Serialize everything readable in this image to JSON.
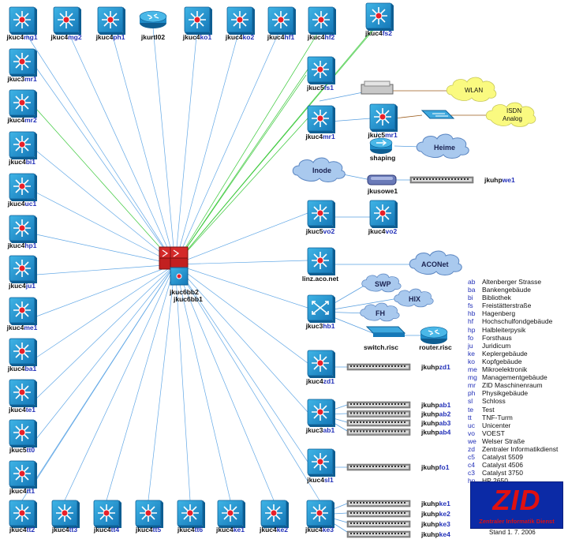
{
  "core": {
    "label1": "jkuc6bb2",
    "label2": "jkuc6bb1"
  },
  "top_row": [
    {
      "pfx": "jkuc4",
      "hl": "mg1"
    },
    {
      "pfx": "jkuc4",
      "hl": "mg2"
    },
    {
      "pfx": "jkuc4",
      "hl": "ph1"
    },
    {
      "pfx": "jkurtl02",
      "hl": ""
    },
    {
      "pfx": "jkuc4",
      "hl": "ko1"
    },
    {
      "pfx": "jkuc4",
      "hl": "ko2"
    },
    {
      "pfx": "jkuc4",
      "hl": "hf1"
    },
    {
      "pfx": "jkuc4",
      "hl": "hf2"
    },
    {
      "pfx": "jkuc4",
      "hl": "fs2"
    }
  ],
  "left_col": [
    {
      "pfx": "jkuc3",
      "hl": "mr1"
    },
    {
      "pfx": "jkuc4",
      "hl": "mr2"
    },
    {
      "pfx": "jkuc4",
      "hl": "bi1"
    },
    {
      "pfx": "jkuc4",
      "hl": "uc1"
    },
    {
      "pfx": "jkuc4",
      "hl": "hp1"
    },
    {
      "pfx": "jkuc4",
      "hl": "ju1"
    },
    {
      "pfx": "jkuc4",
      "hl": "me1"
    },
    {
      "pfx": "jkuc4",
      "hl": "ba1"
    },
    {
      "pfx": "jkuc4",
      "hl": "te1"
    },
    {
      "pfx": "jkuc5",
      "hl": "tt0"
    },
    {
      "pfx": "jkuc4",
      "hl": "tt1"
    }
  ],
  "bottom_row": [
    {
      "pfx": "jkuc4",
      "hl": "tt2"
    },
    {
      "pfx": "jkuc4",
      "hl": "tt3"
    },
    {
      "pfx": "jkuc4",
      "hl": "tt4"
    },
    {
      "pfx": "jkuc4",
      "hl": "tt5"
    },
    {
      "pfx": "jkuc4",
      "hl": "tt6"
    },
    {
      "pfx": "jkuc4",
      "hl": "ke1"
    },
    {
      "pfx": "jkuc4",
      "hl": "ke2"
    },
    {
      "pfx": "jkuc4",
      "hl": "ke3"
    }
  ],
  "right_col": [
    {
      "pfx": "jkuc5",
      "hl": "fs1"
    },
    {
      "pfx": "jkuc4",
      "hl": "mr1"
    },
    {
      "pfx": "jkuc5",
      "hl": "vo2"
    },
    {
      "pfx": "linz.aco.net",
      "hl": ""
    },
    {
      "pfx": "jkuc3",
      "hl": "hb1"
    },
    {
      "pfx": "jkuc4",
      "hl": "zd1"
    },
    {
      "pfx": "jkuc3",
      "hl": "ab1"
    },
    {
      "pfx": "jkuc4",
      "hl": "sl1"
    }
  ],
  "sub_devices": {
    "jkuc5mr1": {
      "pfx": "jkuc5",
      "hl": "mr1"
    },
    "shaping": "shaping",
    "jkusowe1": "jkusowe1",
    "jkuhpwe1": {
      "pfx": "jkuhp",
      "hl": "we1"
    },
    "jkuc4vo2": {
      "pfx": "jkuc4",
      "hl": "vo2"
    },
    "switch": "switch.risc",
    "router": "router.risc",
    "jkuhpzd1": {
      "pfx": "jkuhp",
      "hl": "zd1"
    },
    "ab": [
      {
        "pfx": "jkuhp",
        "hl": "ab1"
      },
      {
        "pfx": "jkuhp",
        "hl": "ab2"
      },
      {
        "pfx": "jkuhp",
        "hl": "ab3"
      },
      {
        "pfx": "jkuhp",
        "hl": "ab4"
      }
    ],
    "jkuhpfo1": {
      "pfx": "jkuhp",
      "hl": "fo1"
    },
    "ke": [
      {
        "pfx": "jkuhp",
        "hl": "ke1"
      },
      {
        "pfx": "jkuhp",
        "hl": "ke2"
      },
      {
        "pfx": "jkuhp",
        "hl": "ke3"
      },
      {
        "pfx": "jkuhp",
        "hl": "ke4"
      }
    ]
  },
  "clouds": {
    "wlan": "WLAN",
    "isdn1": "ISDN",
    "isdn2": "Analog",
    "heime": "Heime",
    "inode": "Inode",
    "aconet": "ACONet",
    "swp": "SWP",
    "hix": "HIX",
    "fh": "FH"
  },
  "legend": [
    {
      "code": "ab",
      "name": "Altenberger Strasse"
    },
    {
      "code": "ba",
      "name": "Bankengebäude"
    },
    {
      "code": "bi",
      "name": "Bibliothek"
    },
    {
      "code": "fs",
      "name": "Freistätterstraße"
    },
    {
      "code": "hb",
      "name": "Hagenberg"
    },
    {
      "code": "hf",
      "name": "Hochschulfondgebäude"
    },
    {
      "code": "hp",
      "name": "Halbleiterpysik"
    },
    {
      "code": "fo",
      "name": "Forsthaus"
    },
    {
      "code": "ju",
      "name": "Juridicum"
    },
    {
      "code": "ke",
      "name": "Keplergebäude"
    },
    {
      "code": "ko",
      "name": "Kopfgebäude"
    },
    {
      "code": "me",
      "name": "Mikroelektronik"
    },
    {
      "code": "mg",
      "name": "Managementgebäude"
    },
    {
      "code": "mr",
      "name": "ZID Maschinenraum"
    },
    {
      "code": "ph",
      "name": "Physikgebäude"
    },
    {
      "code": "sl",
      "name": "Schloss"
    },
    {
      "code": "te",
      "name": "Test"
    },
    {
      "code": "tt",
      "name": "TNF-Turm"
    },
    {
      "code": "uc",
      "name": "Unicenter"
    },
    {
      "code": "vo",
      "name": "VOEST"
    },
    {
      "code": "we",
      "name": "Welser Straße"
    },
    {
      "code": "zd",
      "name": "Zentraler Informatikdienst"
    },
    {
      "code": "c5",
      "name": "Catalyst 5509"
    },
    {
      "code": "c4",
      "name": "Catalyst 4506"
    },
    {
      "code": "c3",
      "name": "Catalyst 3750"
    },
    {
      "code": "hp",
      "name": "HP 2650"
    }
  ],
  "logo": {
    "text": "ZID",
    "subtitle": "Zentraler Informatik Dienst"
  },
  "stand": "Stand 1. 7. 2006"
}
